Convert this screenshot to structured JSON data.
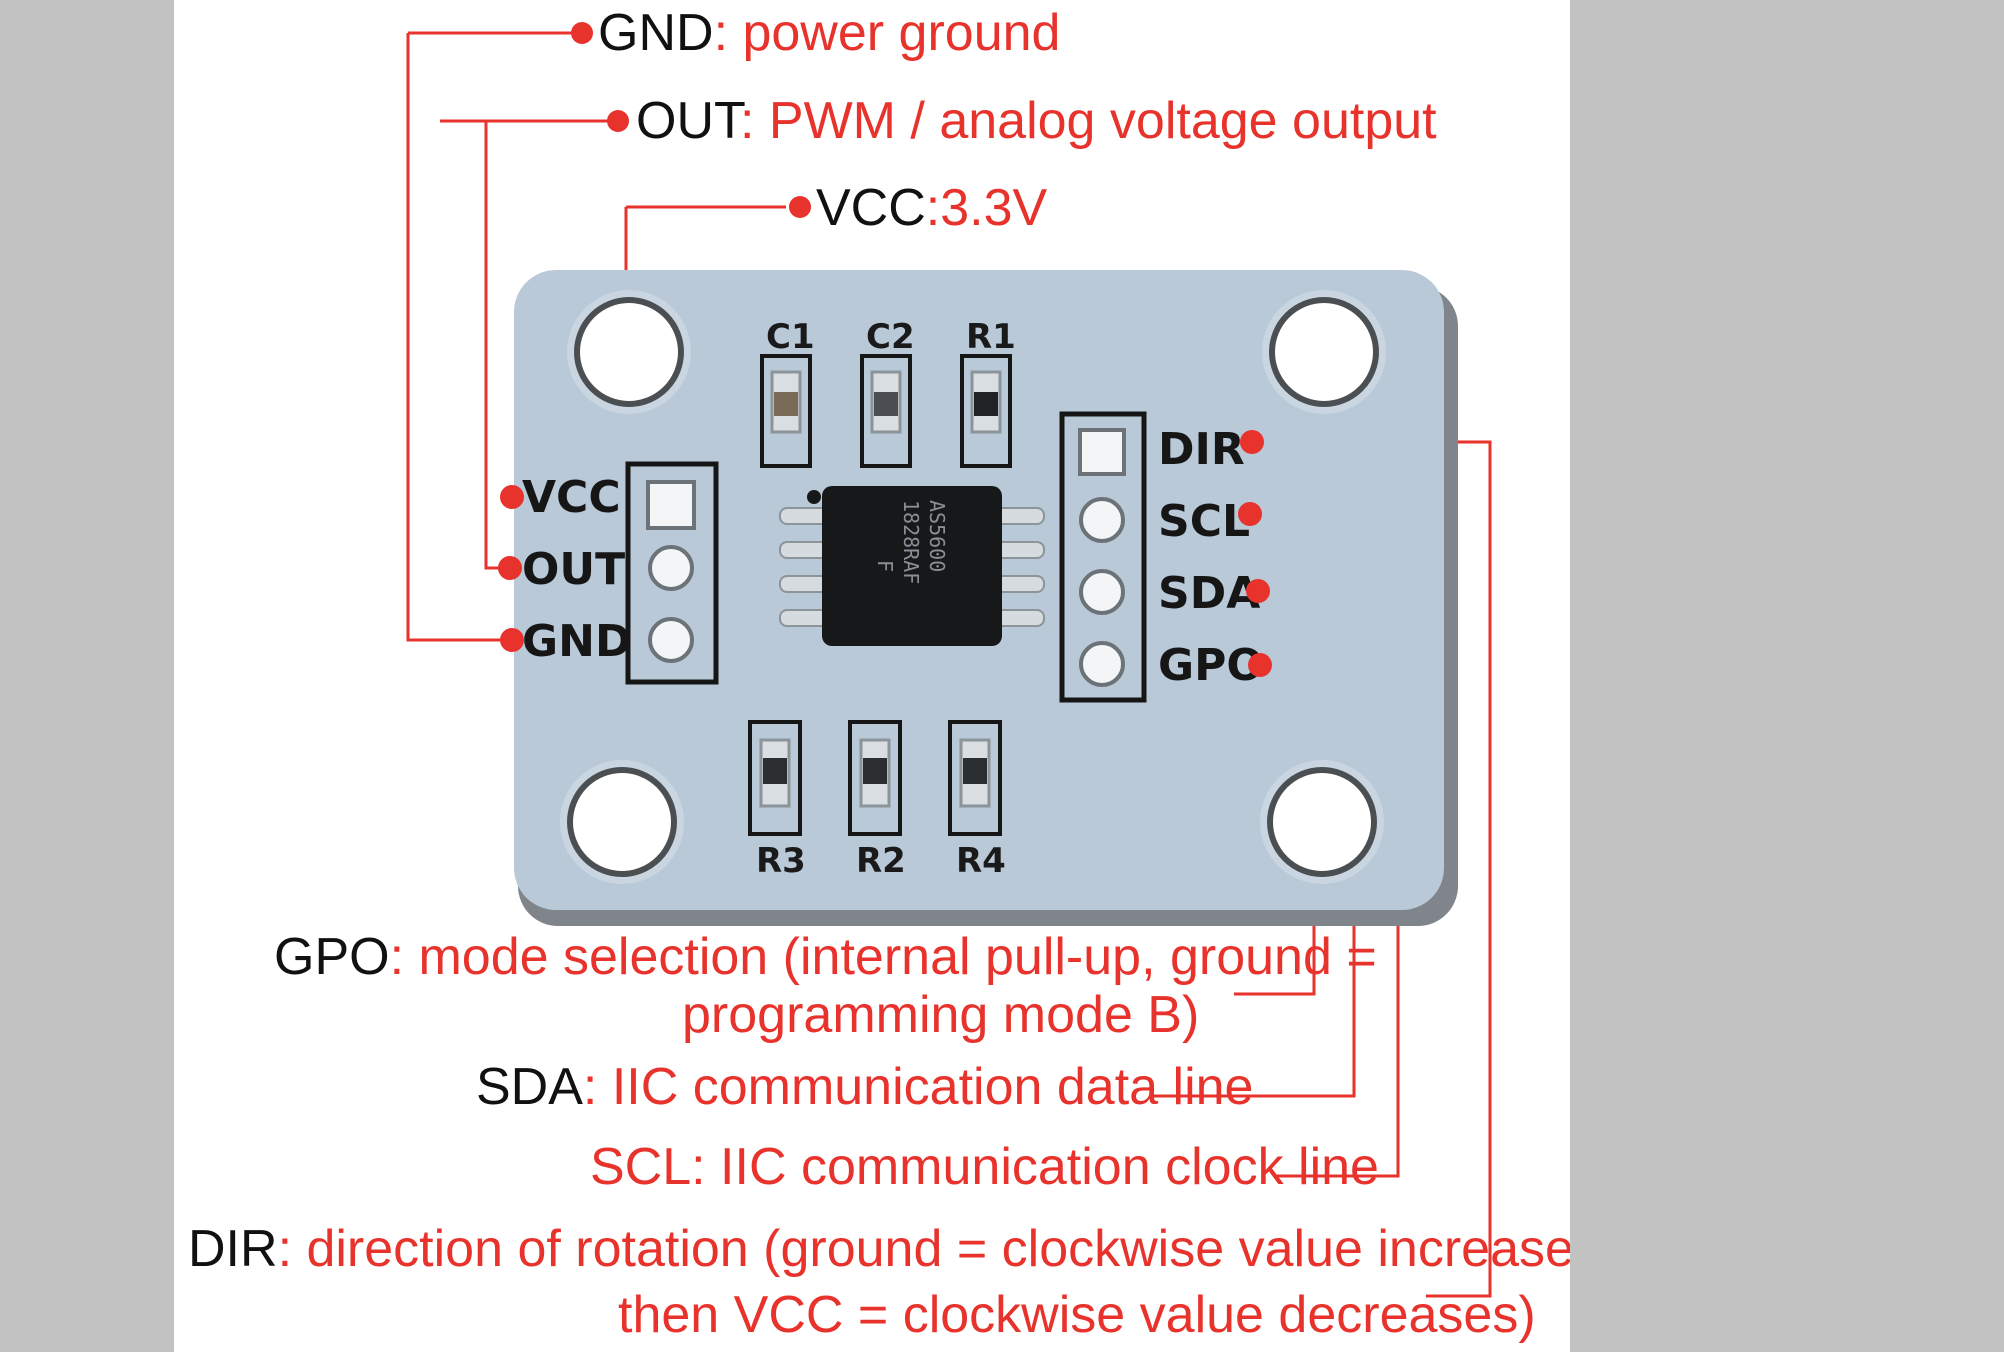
{
  "labels": {
    "gnd": {
      "key": "GND",
      "desc": ": power ground"
    },
    "out": {
      "key": "OUT",
      "desc": ": PWM / analog voltage output"
    },
    "vcc": {
      "key": "VCC",
      "desc": ":3.3V"
    },
    "gpo": {
      "key": "GPO",
      "desc_line1": ": mode selection (internal pull-up, ground =",
      "desc_line2": "programming mode B)"
    },
    "sda": {
      "key": "SDA",
      "desc": ": IIC communication data line"
    },
    "scl": {
      "desc": "SCL: IIC communication clock line"
    },
    "dir": {
      "key": "DIR",
      "desc_line1": ": direction of rotation (ground = clockwise value increases;",
      "desc_line2": "then VCC = clockwise value decreases)"
    }
  },
  "board": {
    "left_pins": [
      "VCC",
      "OUT",
      "GND"
    ],
    "right_pins": [
      "DIR",
      "SCL",
      "SDA",
      "GPO"
    ],
    "top_parts": [
      "C1",
      "C2",
      "R1"
    ],
    "bottom_parts": [
      "R3",
      "R2",
      "R4"
    ],
    "chip_lines": [
      "AS5600",
      "1828RAF",
      "F"
    ]
  },
  "colors": {
    "accent": "#e8322c",
    "board": "#b9c9d8",
    "background": "#c2c2c2"
  }
}
